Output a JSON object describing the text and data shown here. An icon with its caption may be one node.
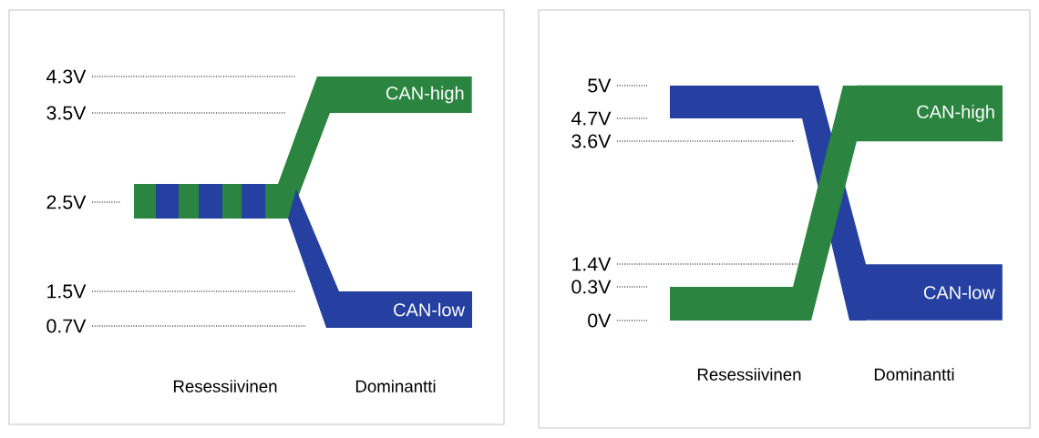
{
  "diagram": {
    "nodes": [
      {
        "text": [
          "CAN-high"
        ]
      },
      {
        "text": [
          "CAN-low"
        ]
      },
      {
        "text": [
          "CAN-high"
        ]
      },
      {
        "text": [
          "CAN-low"
        ]
      }
    ],
    "labels": [
      "4.3V",
      "3.5V",
      "2.5V",
      "1.5V",
      "0.7V",
      "Resessiivinen",
      "Dominantti",
      "5V",
      "4.7V",
      "3.6V",
      "1.4V",
      "0.3V",
      "0V",
      "Resessiivinen",
      "Dominantti"
    ]
  }
}
